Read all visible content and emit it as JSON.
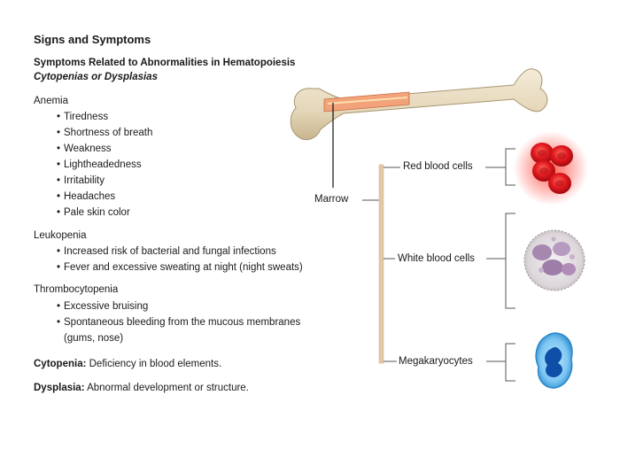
{
  "title": "Signs and Symptoms",
  "subtitle": "Symptoms Related to Abnormalities in Hematopoiesis",
  "subtitle_italic": "Cytopenias or Dysplasias",
  "sections": [
    {
      "heading": "Anemia",
      "items": [
        "Tiredness",
        "Shortness of breath",
        "Weakness",
        "Lightheadedness",
        "Irritability",
        "Headaches",
        "Pale skin color"
      ]
    },
    {
      "heading": "Leukopenia",
      "items": [
        "Increased risk of bacterial and fungal infections",
        "Fever and excessive sweating at night (night sweats)"
      ]
    },
    {
      "heading": "Thrombocytopenia",
      "items": [
        "Excessive bruising",
        "Spontaneous bleeding from the mucous membranes (gums, nose)"
      ]
    }
  ],
  "definitions": [
    {
      "term": "Cytopenia:",
      "text": " Deficiency in blood elements."
    },
    {
      "term": "Dysplasia:",
      "text": " Abnormal development or structure."
    }
  ],
  "diagram": {
    "marrow_label": "Marrow",
    "branches": [
      "Red blood cells",
      "White blood cells",
      "Megakaryocytes"
    ],
    "icons": [
      "bone-illustration",
      "red-blood-cells-icon",
      "white-blood-cell-icon",
      "megakaryocyte-icon"
    ],
    "colors": {
      "bone": "#e8dcc2",
      "marrow": "#f2a37a",
      "bracket": "#e3c9a3",
      "rbc": "#e0181e",
      "wbc": "#b08cb8",
      "mega": "#1c6fc8"
    }
  }
}
